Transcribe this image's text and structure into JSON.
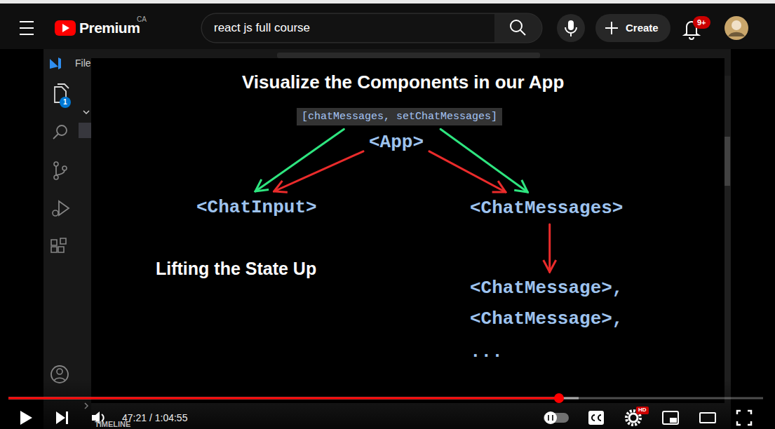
{
  "diagram": {
    "title": "Visualize the Components in our App",
    "nodes": [
      {
        "text": [
          "[chatMessages, setChatMessages]"
        ]
      },
      {
        "text": [
          "<App>"
        ]
      },
      {
        "text": [
          "<ChatInput>"
        ]
      },
      {
        "text": [
          "<ChatMessages>"
        ]
      },
      {
        "text": [
          "<ChatMessage>,"
        ]
      },
      {
        "text": [
          "<ChatMessage>,"
        ]
      },
      {
        "text": [
          "..."
        ]
      }
    ],
    "edges": [
      {
        "from": 0,
        "to": 2,
        "arrow": "to"
      },
      {
        "from": 1,
        "to": 2,
        "arrow": "to"
      },
      {
        "from": 0,
        "to": 3,
        "arrow": "to"
      },
      {
        "from": 1,
        "to": 3,
        "arrow": "to"
      },
      {
        "from": 3,
        "to": 4,
        "arrow": "to"
      }
    ],
    "labels": [
      "Premium",
      "CA",
      "react js full course",
      "Create",
      "9+",
      "File",
      "1",
      "Lifting the State Up",
      "47:21 / 1:04:55",
      "HD",
      "TIMELINE"
    ]
  }
}
